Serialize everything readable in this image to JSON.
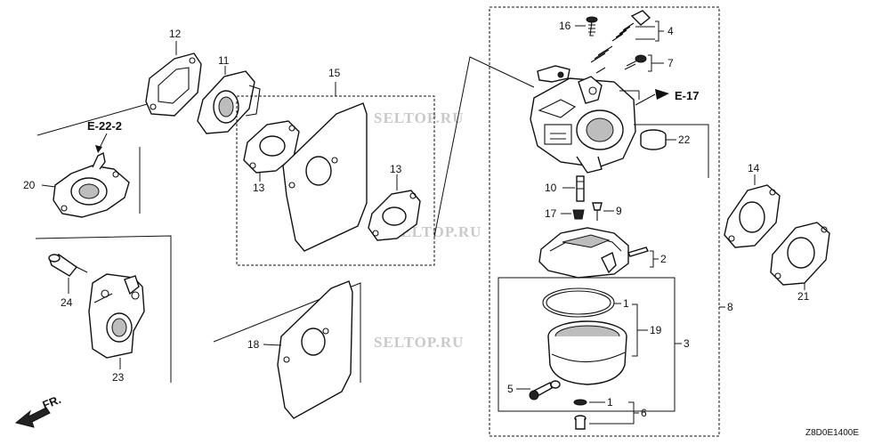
{
  "watermark": "SELTOP.RU",
  "diagram_code": "Z8D0E1400E",
  "direction_label": "FR.",
  "refs": {
    "e22_2": "E-22-2",
    "e17": "E-17"
  },
  "labels": {
    "p1a": "1",
    "p1b": "1",
    "p2": "2",
    "p3": "3",
    "p4": "4",
    "p5": "5",
    "p6": "6",
    "p7": "7",
    "p8": "8",
    "p9": "9",
    "p10": "10",
    "p11": "11",
    "p12": "12",
    "p13a": "13",
    "p13b": "13",
    "p14": "14",
    "p15": "15",
    "p16": "16",
    "p17": "17",
    "p18": "18",
    "p19": "19",
    "p20": "20",
    "p21": "21",
    "p22": "22",
    "p23": "23",
    "p24": "24"
  }
}
